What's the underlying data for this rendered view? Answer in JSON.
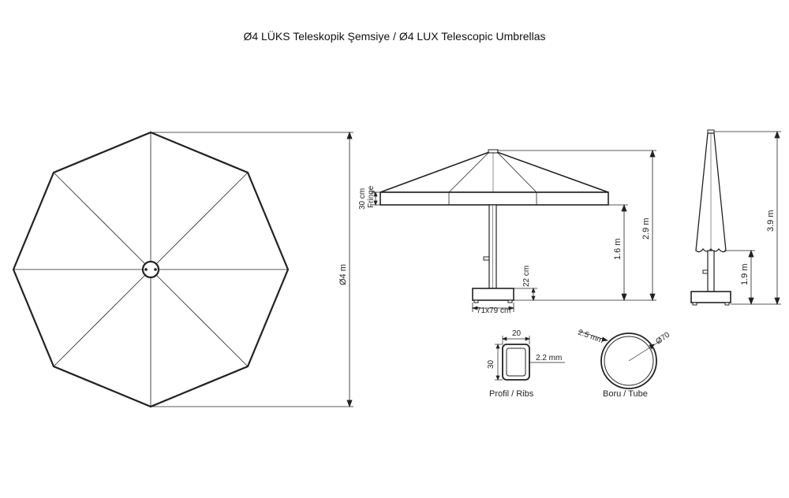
{
  "title": "Ø4 LÜKS Teleskopik Şemsiye / Ø4 LUX Telescopic Umbrellas",
  "top_view": {
    "diameter_label": "Ø4 m"
  },
  "side_view": {
    "fringe_height": "30 cm",
    "fringe_label": "Fringe",
    "clearance_height": "1.6 m",
    "total_height": "2.9 m",
    "base_height": "22 cm",
    "base_size": "71x79 cm"
  },
  "closed_view": {
    "total_height": "3.9 m",
    "lower_height": "1.9 m"
  },
  "profile_detail": {
    "width": "20",
    "height": "30",
    "thickness": "2.2 mm",
    "caption": "Profil / Ribs"
  },
  "tube_detail": {
    "wall": "2.5 mm",
    "diameter": "Ø70",
    "caption": "Boru / Tube"
  },
  "colors": {
    "line": "#222222",
    "background": "#ffffff"
  }
}
